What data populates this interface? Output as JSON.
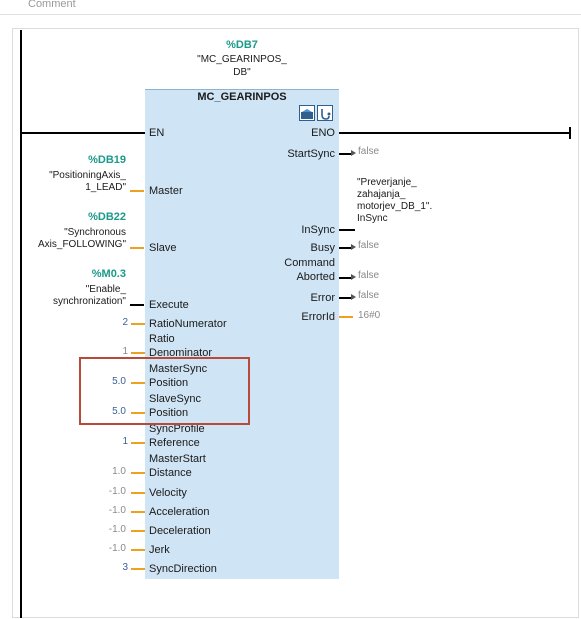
{
  "header": {
    "comment_label": "Comment"
  },
  "instance": {
    "db": "%DB7",
    "symbol_line1": "\"MC_GEARINPOS_",
    "symbol_line2": "DB\""
  },
  "block": {
    "title": "MC_GEARINPOS"
  },
  "inputs": [
    {
      "pin": "EN"
    },
    {
      "pin": "Master",
      "tag": "%DB19",
      "sym1": "\"PositioningAxis_",
      "sym2": "1_LEAD\""
    },
    {
      "pin": "Slave",
      "tag": "%DB22",
      "sym1": "\"Synchronous",
      "sym2": "Axis_FOLLOWING\""
    },
    {
      "pin": "Execute",
      "tag": "%M0.3",
      "sym1": "\"Enable_",
      "sym2": "synchronization\""
    },
    {
      "pin": "RatioNumerator",
      "value": "2"
    },
    {
      "pin1": "Ratio",
      "pin2": "Denominator",
      "value": "1"
    },
    {
      "pin1": "MasterSync",
      "pin2": "Position",
      "value": "5.0"
    },
    {
      "pin1": "SlaveSync",
      "pin2": "Position",
      "value": "5.0"
    },
    {
      "pin1": "SyncProfile",
      "pin2": "Reference",
      "value": "1"
    },
    {
      "pin1": "MasterStart",
      "pin2": "Distance",
      "value": "1.0"
    },
    {
      "pin": "Velocity",
      "value": "-1.0"
    },
    {
      "pin": "Acceleration",
      "value": "-1.0"
    },
    {
      "pin": "Deceleration",
      "value": "-1.0"
    },
    {
      "pin": "Jerk",
      "value": "-1.0"
    },
    {
      "pin": "SyncDirection",
      "value": "3"
    }
  ],
  "outputs": [
    {
      "pin": "ENO"
    },
    {
      "pin": "StartSync",
      "value": "false"
    },
    {
      "pin": "InSync",
      "tag1": "\"Preverjanje_",
      "tag2": "zahajanja_",
      "tag3": "motorjev_DB_1\".",
      "tag4": "InSync"
    },
    {
      "pin": "Busy",
      "value": "false"
    },
    {
      "pin1": "Command",
      "pin2": "Aborted",
      "value": "false"
    },
    {
      "pin": "Error",
      "value": "false"
    },
    {
      "pin": "ErrorId",
      "value": "16#0"
    }
  ],
  "colors": {
    "block_fill": "#cfe4f4",
    "tag_teal": "#1a9a8a",
    "stub_orange": "#f0a020",
    "highlight": "#b84a3a"
  },
  "icons": [
    "instance-db-icon",
    "call-options-icon"
  ]
}
